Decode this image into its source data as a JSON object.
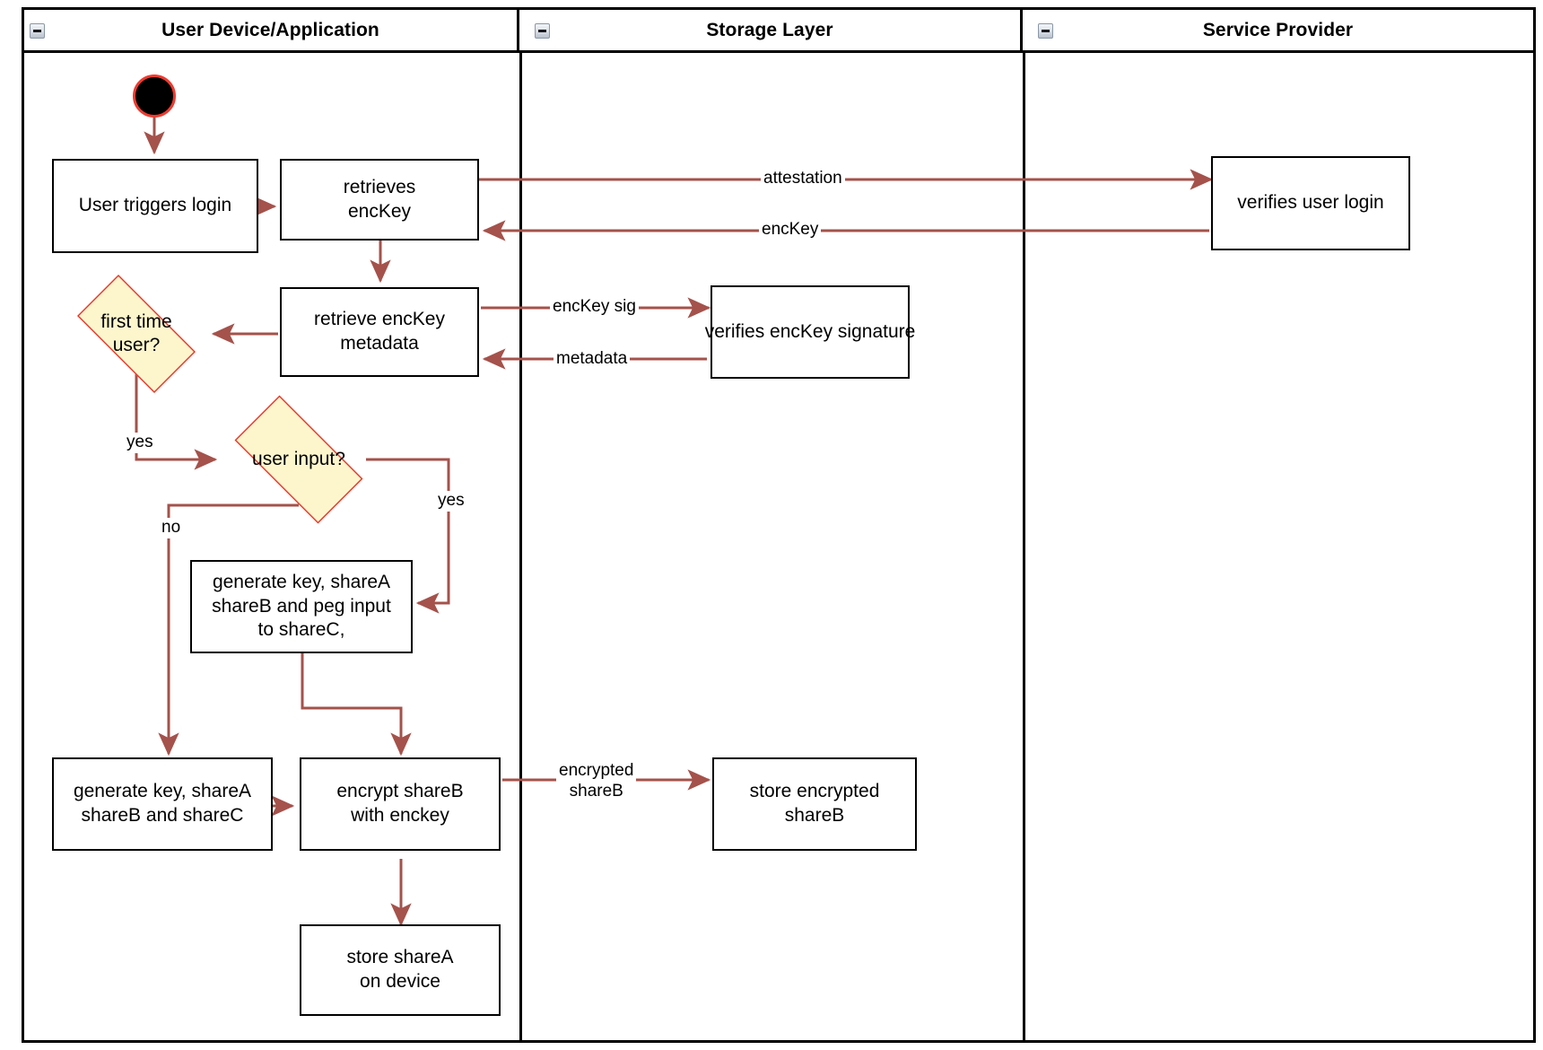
{
  "diagram": {
    "title": "Login / key-share provisioning activity diagram",
    "colors": {
      "lane_border": "#000000",
      "node_border": "#000000",
      "edge": "#a4524b",
      "decision_fill": "#fdf6cd",
      "decision_border": "#e8342a",
      "start_fill": "#000000",
      "start_border": "#ee3b30",
      "background": "#ffffff"
    }
  },
  "lanes": [
    {
      "id": "lane-user-device",
      "title": "User Device/Application",
      "collapse_icon": "collapse-minus-icon"
    },
    {
      "id": "lane-storage",
      "title": "Storage Layer",
      "collapse_icon": "collapse-minus-icon"
    },
    {
      "id": "lane-service-provider",
      "title": "Service Provider",
      "collapse_icon": "collapse-minus-icon"
    }
  ],
  "nodes": [
    {
      "id": "start",
      "type": "initial-node",
      "label": ""
    },
    {
      "id": "user-triggers-login",
      "type": "action",
      "label": "User triggers login"
    },
    {
      "id": "retrieves-enckey",
      "type": "action",
      "label": "retrieves\nencKey"
    },
    {
      "id": "verifies-user-login",
      "type": "action",
      "label": "verifies user login"
    },
    {
      "id": "retrieve-enckey-metadata",
      "type": "action",
      "label": "retrieve encKey\nmetadata"
    },
    {
      "id": "verifies-enckey-signature",
      "type": "action",
      "label": "verifies encKey signature"
    },
    {
      "id": "first-time-user",
      "type": "decision",
      "label": "first time\nuser?"
    },
    {
      "id": "user-input",
      "type": "decision",
      "label": "user input?"
    },
    {
      "id": "generate-peg",
      "type": "action",
      "label": "generate key, shareA\nshareB and peg input\nto shareC,"
    },
    {
      "id": "generate-shares",
      "type": "action",
      "label": "generate key, shareA\nshareB and shareC"
    },
    {
      "id": "encrypt-shareb",
      "type": "action",
      "label": "encrypt shareB\nwith enckey"
    },
    {
      "id": "store-encrypted-shareb",
      "type": "action",
      "label": "store encrypted\nshareB"
    },
    {
      "id": "store-sharea",
      "type": "action",
      "label": "store shareA\non device"
    }
  ],
  "edges": [
    {
      "id": "e-start-login",
      "from": "start",
      "to": "user-triggers-login",
      "label": ""
    },
    {
      "id": "e-login-retrieves",
      "from": "user-triggers-login",
      "to": "retrieves-enckey",
      "label": ""
    },
    {
      "id": "e-attestation",
      "from": "retrieves-enckey",
      "to": "verifies-user-login",
      "label": "attestation"
    },
    {
      "id": "e-enckey",
      "from": "verifies-user-login",
      "to": "retrieves-enckey",
      "label": "encKey"
    },
    {
      "id": "e-retrieves-metadata",
      "from": "retrieves-enckey",
      "to": "retrieve-enckey-metadata",
      "label": ""
    },
    {
      "id": "e-enckey-sig",
      "from": "retrieve-enckey-metadata",
      "to": "verifies-enckey-signature",
      "label": "encKey sig"
    },
    {
      "id": "e-metadata",
      "from": "verifies-enckey-signature",
      "to": "retrieve-enckey-metadata",
      "label": "metadata"
    },
    {
      "id": "e-metadata-firsttime",
      "from": "retrieve-enckey-metadata",
      "to": "first-time-user",
      "label": ""
    },
    {
      "id": "e-firsttime-yes",
      "from": "first-time-user",
      "to": "user-input",
      "label": "yes"
    },
    {
      "id": "e-userinput-no",
      "from": "user-input",
      "to": "generate-shares",
      "label": "no"
    },
    {
      "id": "e-userinput-yes",
      "from": "user-input",
      "to": "generate-peg",
      "label": "yes"
    },
    {
      "id": "e-peg-encrypt",
      "from": "generate-peg",
      "to": "encrypt-shareb",
      "label": ""
    },
    {
      "id": "e-shares-encrypt",
      "from": "generate-shares",
      "to": "encrypt-shareb",
      "label": ""
    },
    {
      "id": "e-encrypted-shareb",
      "from": "encrypt-shareb",
      "to": "store-encrypted-shareb",
      "label": "encrypted\nshareB"
    },
    {
      "id": "e-encrypt-store-sharea",
      "from": "encrypt-shareb",
      "to": "store-sharea",
      "label": ""
    }
  ],
  "edge_labels": {
    "attestation": "attestation",
    "enckey": "encKey",
    "enckey_sig": "encKey sig",
    "metadata": "metadata",
    "yes_first_time": "yes",
    "no_user_input": "no",
    "yes_user_input": "yes",
    "encrypted_shareb": "encrypted\nshareB"
  }
}
